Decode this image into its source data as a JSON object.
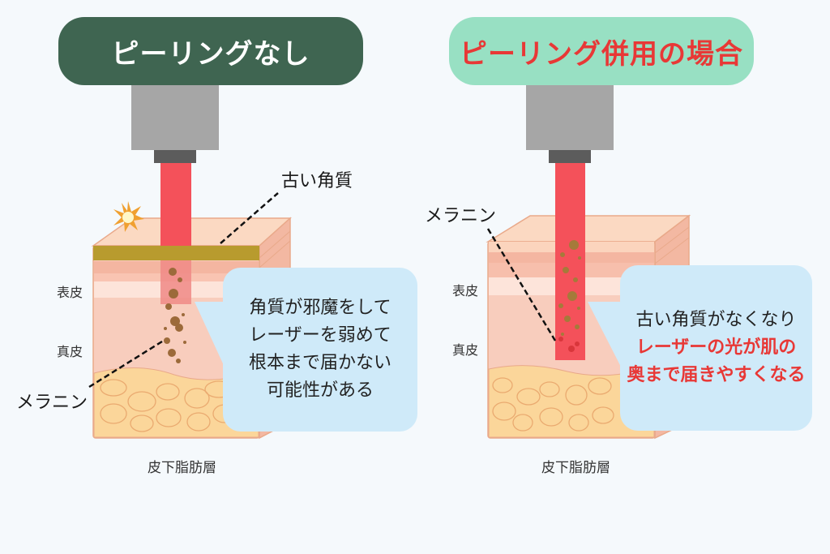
{
  "panels": {
    "left": {
      "title": "ピーリングなし",
      "title_bg": "#3f6551",
      "title_color": "#ffffff",
      "labels": {
        "old_keratin": "古い角質",
        "epidermis": "表皮",
        "dermis": "真皮",
        "melanin": "メラニン",
        "subcutaneous_fat": "皮下脂肪層"
      },
      "bubble_lines": [
        "角質が邪魔をして",
        "レーザーを弱めて",
        "根本まで届かない",
        "可能性がある"
      ]
    },
    "right": {
      "title": "ピーリング併用の場合",
      "title_bg": "#98e0c3",
      "title_color": "#e83836",
      "labels": {
        "melanin": "メラニン",
        "epidermis": "表皮",
        "dermis": "真皮",
        "subcutaneous_fat": "皮下脂肪層"
      },
      "bubble_lines": [
        {
          "text": "古い角質がなくなり",
          "emphasis": false
        },
        {
          "text": "レーザーの光が肌の",
          "emphasis": true
        },
        {
          "text": "奥まで届きやすくなる",
          "emphasis": true
        }
      ]
    }
  },
  "colors": {
    "background": "#f5f9fc",
    "laser": "#f4515a",
    "keratin_layer": "#b89b2e",
    "bubble": "#cfeaf9",
    "emphasis_red": "#e83836",
    "fat": "#fbd69a",
    "skin": "#f9cfc0"
  },
  "icons": [
    "laser-device-icon",
    "spark-icon"
  ]
}
